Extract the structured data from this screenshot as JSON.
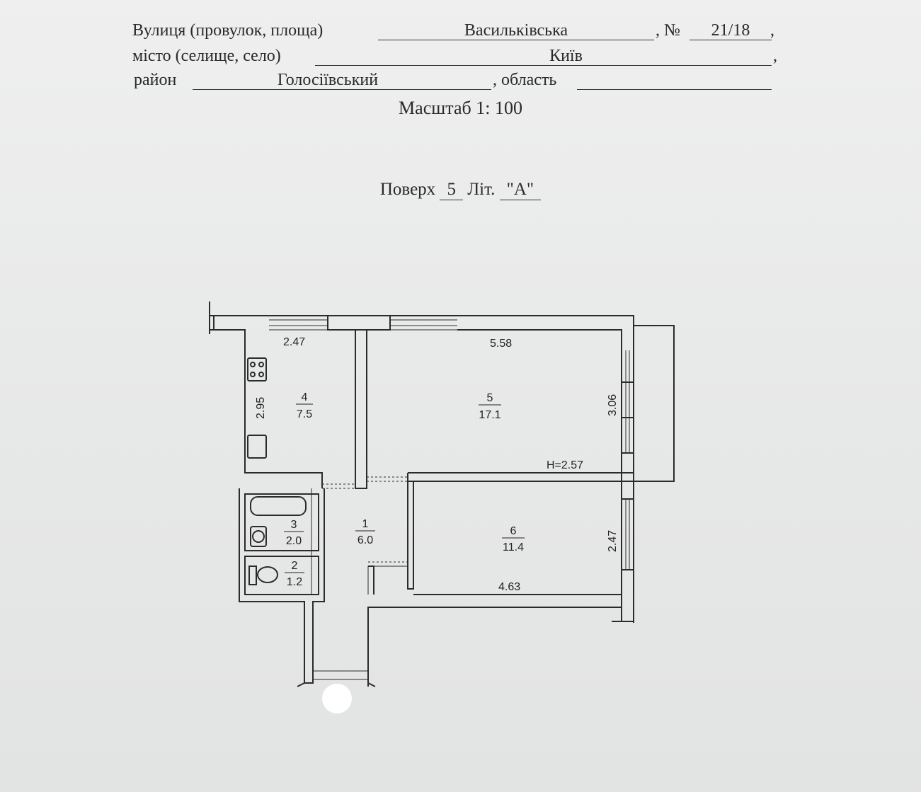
{
  "header": {
    "street_label": "Вулиця (провулок, площа)",
    "street_value": "Васильківська",
    "number_label": ", №",
    "number_value": "21/18",
    "number_tail": ",",
    "city_label": "місто (селище, село)",
    "city_value": "Київ",
    "city_tail": ",",
    "district_label": "район",
    "district_value": "Голосіївський",
    "region_label": ", область",
    "region_value": "",
    "scale_text": "Масштаб 1: 100"
  },
  "floor": {
    "floor_label": "Поверх",
    "floor_value": "5",
    "letter_label": "Літ.",
    "letter_value": "\"А\""
  },
  "plan": {
    "rooms": [
      {
        "number": "4",
        "area": "7.5"
      },
      {
        "number": "5",
        "area": "17.1"
      },
      {
        "number": "3",
        "area": "2.0"
      },
      {
        "number": "1",
        "area": "6.0"
      },
      {
        "number": "6",
        "area": "11.4"
      },
      {
        "number": "2",
        "area": "1.2"
      }
    ],
    "dimensions": {
      "kitchen_width": "2.47",
      "kitchen_depth": "2.95",
      "living_width": "5.58",
      "living_depth": "3.06",
      "ceiling_height": "H=2.57",
      "bedroom_depth": "2.47",
      "bedroom_width": "4.63"
    }
  }
}
